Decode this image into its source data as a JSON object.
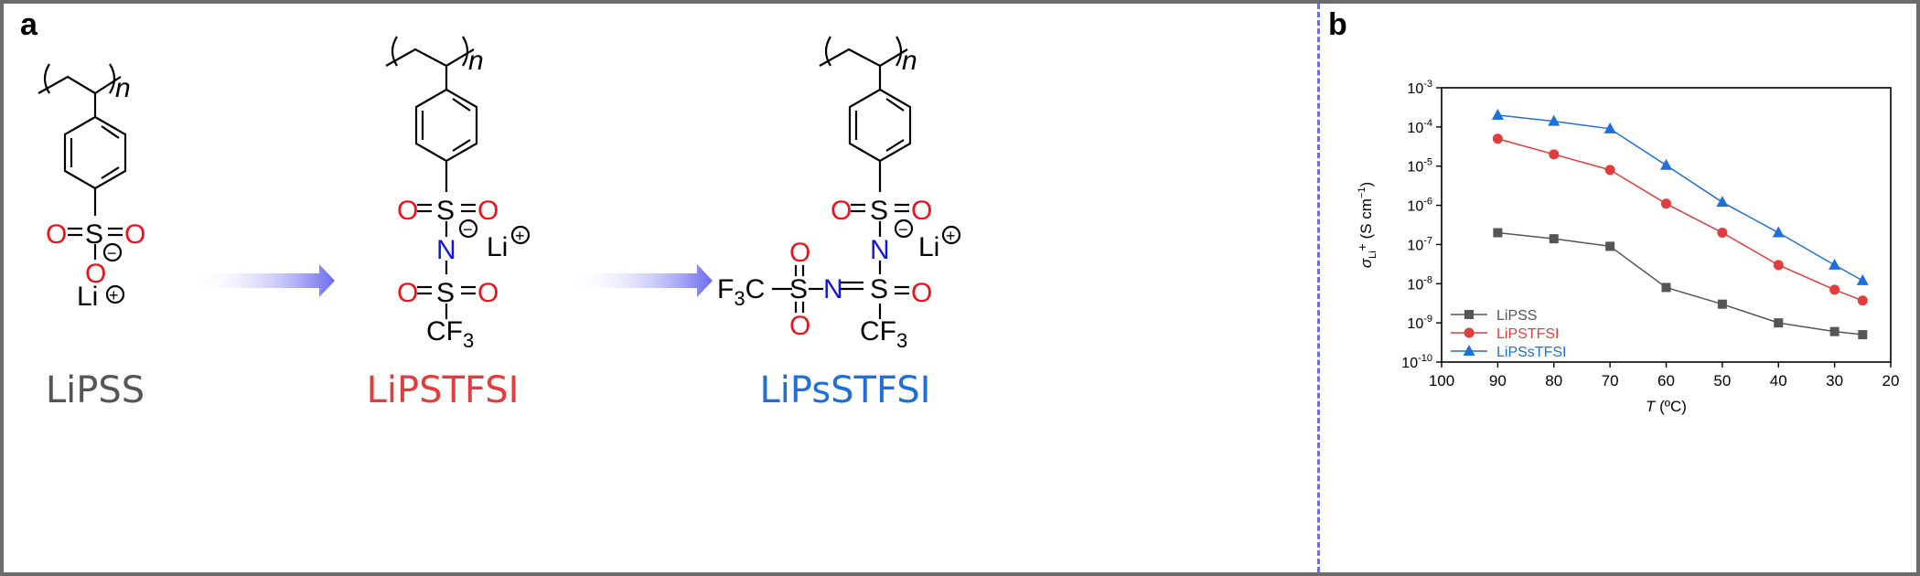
{
  "panels": {
    "a": {
      "label": "a",
      "compounds": [
        {
          "name": "LiPSS",
          "color": "#555555"
        },
        {
          "name": "LiPSTFSI",
          "color": "#e23c3c"
        },
        {
          "name": "LiPsSTFSI",
          "color": "#1f6fd8"
        }
      ],
      "structure_labels": {
        "repeat": "n",
        "oxygen": "O",
        "sulfur": "S",
        "nitrogen": "N",
        "lithium": "Li",
        "cf3": "CF",
        "subscript3": "3",
        "f3": "F",
        "carbon": "C",
        "minus": "−",
        "plus": "+"
      },
      "atom_colors": {
        "oxygen": "#e8131b",
        "nitrogen": "#1515e0",
        "other": "#000000"
      },
      "arrow_color": "#6b6bf0"
    },
    "b": {
      "label": "b",
      "xlabel_italic": "T",
      "xlabel_rest": " (ºC)",
      "ylabel_sigma": "σ",
      "ylabel_sub": "Li",
      "ylabel_sup": "+",
      "ylabel_rest": " (S cm",
      "ylabel_exp": "−1",
      "ylabel_close": ")"
    }
  },
  "chart_data": {
    "type": "line",
    "x": [
      90,
      80,
      70,
      60,
      50,
      40,
      30,
      25
    ],
    "xlim": [
      100,
      20
    ],
    "xticks": [
      100,
      90,
      80,
      70,
      60,
      50,
      40,
      30,
      20
    ],
    "yscale": "log",
    "ylim": [
      1e-10,
      0.001
    ],
    "ytick_labels": [
      {
        "base": "10",
        "exp": "-10"
      },
      {
        "base": "10",
        "exp": "-9"
      },
      {
        "base": "10",
        "exp": "-8"
      },
      {
        "base": "10",
        "exp": "-7"
      },
      {
        "base": "10",
        "exp": "-6"
      },
      {
        "base": "10",
        "exp": "-5"
      },
      {
        "base": "10",
        "exp": "-4"
      },
      {
        "base": "10",
        "exp": "-3"
      }
    ],
    "legend_position": "bottom-left",
    "grid": false,
    "series": [
      {
        "name": "LiPSS",
        "color": "#555555",
        "marker": "square",
        "values": [
          2e-07,
          1.4e-07,
          9e-08,
          8e-09,
          3e-09,
          1e-09,
          6e-10,
          5e-10
        ]
      },
      {
        "name": "LiPSTFSI",
        "color": "#e23c3c",
        "marker": "circle",
        "values": [
          5e-05,
          2e-05,
          8e-06,
          1.1e-06,
          2e-07,
          3e-08,
          7e-09,
          3.7e-09
        ]
      },
      {
        "name": "LiPSsTFSI",
        "color": "#1f6fd8",
        "marker": "triangle",
        "values": [
          0.0002,
          0.00014,
          9e-05,
          1.05e-05,
          1.2e-06,
          2e-07,
          3e-08,
          1.2e-08
        ]
      }
    ]
  }
}
